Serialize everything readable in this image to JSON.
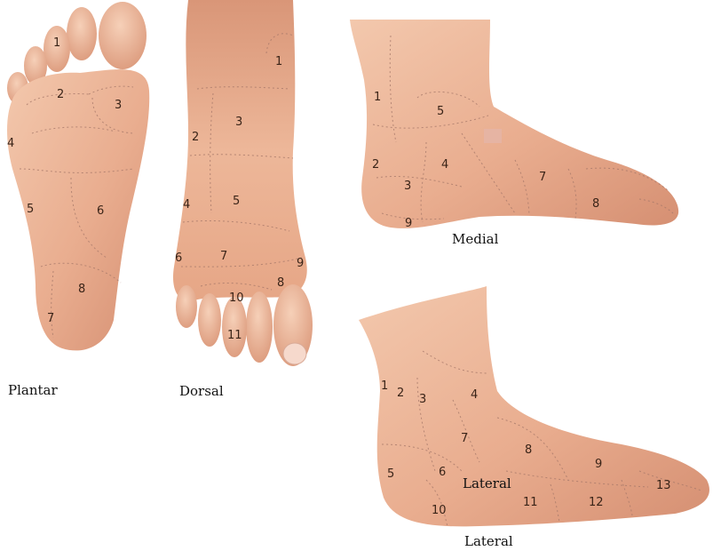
{
  "views": [
    {
      "id": "plantar",
      "caption": "Plantar",
      "zones": [
        "1",
        "2",
        "3",
        "4",
        "5",
        "6",
        "7",
        "8"
      ]
    },
    {
      "id": "dorsal",
      "caption": "Dorsal",
      "zones": [
        "1",
        "2",
        "3",
        "4",
        "5",
        "6",
        "7",
        "8",
        "9",
        "10",
        "11"
      ]
    },
    {
      "id": "medial",
      "caption": "Medial",
      "zones": [
        "1",
        "2",
        "3",
        "4",
        "5",
        "7",
        "8",
        "9"
      ]
    },
    {
      "id": "lateral",
      "caption": "Lateral",
      "inner_label": "Lateral",
      "zones": [
        "1",
        "2",
        "3",
        "4",
        "5",
        "6",
        "7",
        "8",
        "9",
        "10",
        "11",
        "12",
        "13"
      ]
    }
  ],
  "colors": {
    "skin_light": "#f1c1a4",
    "skin_mid": "#e3a283",
    "skin_dark": "#c97f63",
    "zone_line": "#a8796a",
    "background": "#ffffff"
  }
}
